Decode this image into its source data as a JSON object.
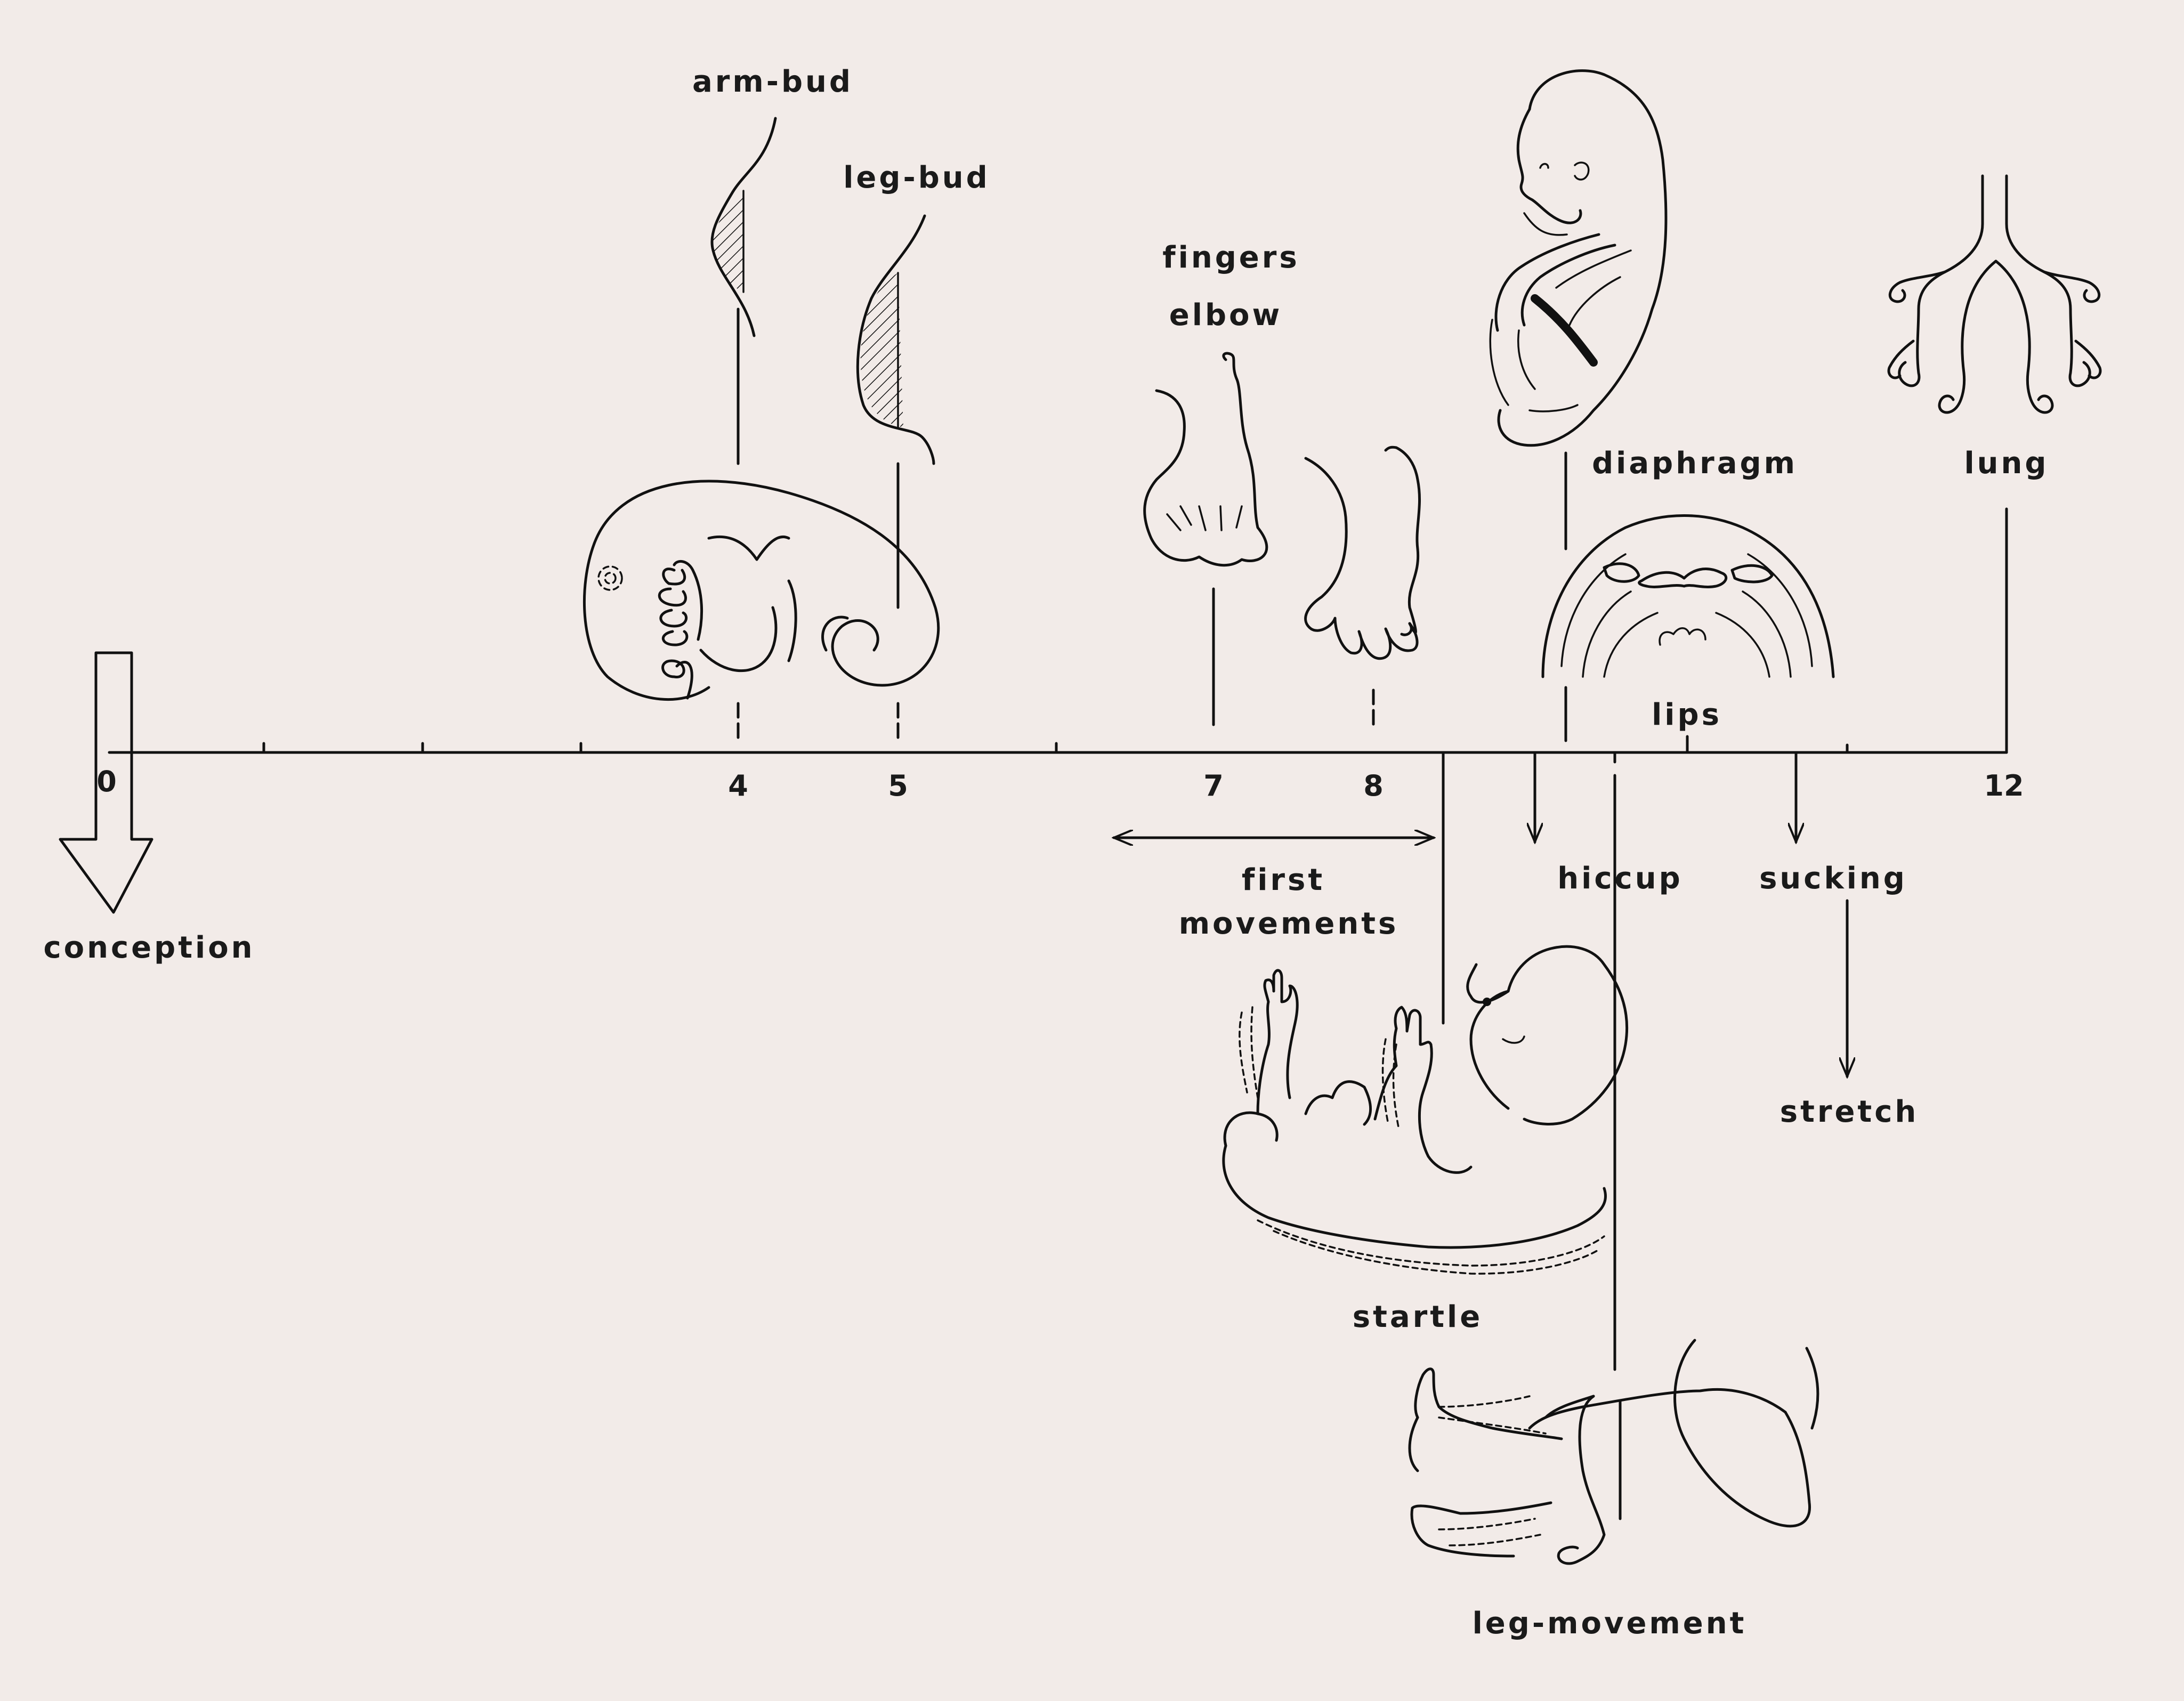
{
  "timeline": {
    "ticks": [
      {
        "week": 0,
        "label": "0"
      },
      {
        "week": 4,
        "label": "4"
      },
      {
        "week": 5,
        "label": "5"
      },
      {
        "week": 7,
        "label": "7"
      },
      {
        "week": 8,
        "label": "8"
      },
      {
        "week": 12,
        "label": "12"
      }
    ]
  },
  "labels": {
    "conception": "conception",
    "arm_bud": "arm-bud",
    "leg_bud": "leg-bud",
    "fingers": "fingers",
    "elbow": "elbow",
    "diaphragm": "diaphragm",
    "lung": "lung",
    "lips": "lips",
    "first_movements_1": "first",
    "first_movements_2": "movements",
    "hiccup": "hiccup",
    "sucking": "sucking",
    "stretch": "stretch",
    "startle": "startle",
    "leg_movement": "leg-movement"
  }
}
